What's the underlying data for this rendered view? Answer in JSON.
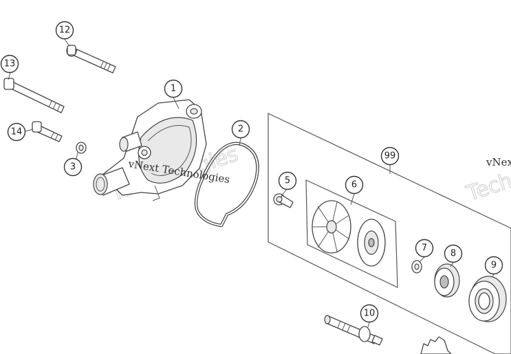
{
  "callouts": [
    {
      "id": "1",
      "label": "1"
    },
    {
      "id": "2",
      "label": "2"
    },
    {
      "id": "3",
      "label": "3"
    },
    {
      "id": "5",
      "label": "5"
    },
    {
      "id": "6",
      "label": "6"
    },
    {
      "id": "7",
      "label": "7"
    },
    {
      "id": "8",
      "label": "8"
    },
    {
      "id": "9",
      "label": "9"
    },
    {
      "id": "10",
      "label": "10"
    },
    {
      "id": "12",
      "label": "12"
    },
    {
      "id": "13",
      "label": "13"
    },
    {
      "id": "14",
      "label": "14"
    },
    {
      "id": "99",
      "label": "99"
    }
  ],
  "watermark": {
    "text": "vNext Technologies",
    "text_short": "vNext",
    "outline_word_1": "vNext",
    "outline_word_2": "Technologies",
    "outline_word_3": "Tech",
    "color": "#cfcfcf"
  },
  "colors": {
    "line": "#444444",
    "part_fill": "#e9e9e9",
    "background": "#ffffff"
  }
}
